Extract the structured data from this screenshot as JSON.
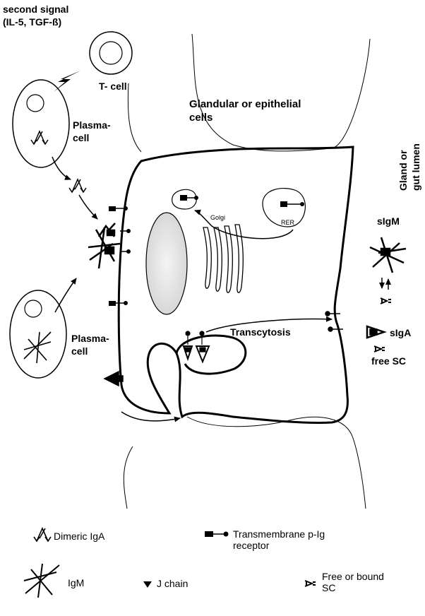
{
  "labels": {
    "second_signal_line1": "second signal",
    "second_signal_line2": "(IL-5, TGF-ß)",
    "t_cell": "T- cell",
    "glandular_line1": "Glandular or epithelial",
    "glandular_line2": "cells",
    "plasma_top_line1": "Plasma-",
    "plasma_top_line2": "cell",
    "plasma_bottom_line1": "Plasma-",
    "plasma_bottom_line2": "cell",
    "gland_lumen_line1": "Gland or",
    "gland_lumen_line2": "gut lumen",
    "golgi": "Golgi",
    "rer": "RER",
    "sigm": "sIgM",
    "siga": "sIgA",
    "free_sc": "free SC",
    "transcytosis": "Transcytosis"
  },
  "legend": {
    "dimeric_iga": "Dimeric IgA",
    "transmembrane_line1": "Transmembrane p-Ig",
    "transmembrane_line2": "receptor",
    "igm": "IgM",
    "j_chain": "J chain",
    "free_bound_line1": "Free or bound",
    "free_bound_line2": "SC"
  }
}
